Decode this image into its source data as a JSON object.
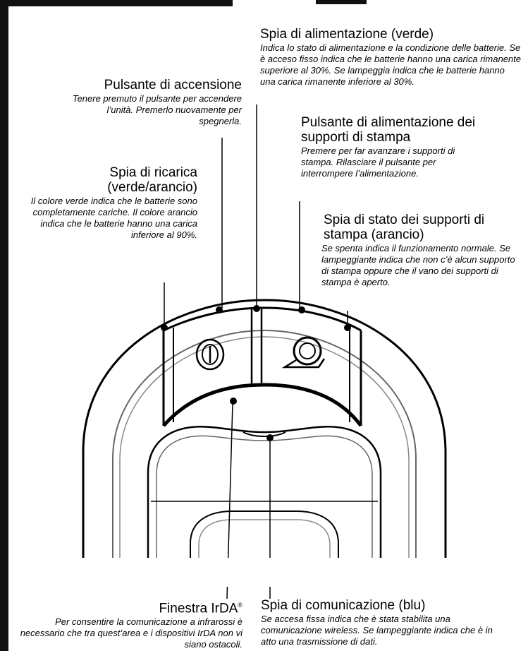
{
  "callouts": {
    "power_led": {
      "title": "Spia di alimentazione (verde)",
      "desc": "Indica lo stato di alimentazione e la condizione delle batterie. Se è acceso fisso indica che le batterie hanno una carica rimanente superiore al 30%. Se lampeggia indica che le batterie hanno una carica rimanente inferiore al 30%."
    },
    "power_button": {
      "title": "Pulsante di accensione",
      "desc": "Tenere premuto il pulsante per accendere l’unità. Premerlo nuovamente per spegnerla."
    },
    "feed_button": {
      "title": "Pulsante di alimentazione dei supporti di stampa",
      "desc": "Premere per far avanzare i supporti di stampa. Rilasciare il pulsante per interrompere l’alimentazione."
    },
    "charge_led": {
      "title": "Spia di ricarica (verde/arancio)",
      "desc": "Il colore verde indica che le batterie sono completamente cariche. Il colore arancio indica che le batterie hanno una carica inferiore al 90%."
    },
    "media_led": {
      "title": "Spia di stato dei supporti di stampa (arancio)",
      "desc": "Se spenta indica il funzionamento normale. Se lampeggiante indica che non c’è alcun supporto di stampa oppure che il vano dei supporti di stampa è aperto."
    },
    "irda_window": {
      "title": "Finestra IrDA",
      "title_mark": "®",
      "desc": "Per consentire la comunicazione a infrarossi è necessario che tra quest’area e i dispositivi IrDA non vi siano ostacoli."
    },
    "comm_led": {
      "title": "Spia di comunicazione (blu)",
      "desc": "Se accesa fissa indica che è stata stabilita una comunicazione wireless. Se lampeggiante indica che è in atto una trasmissione di dati."
    }
  },
  "icons": [
    "power-button-icon",
    "feed-button-icon"
  ]
}
